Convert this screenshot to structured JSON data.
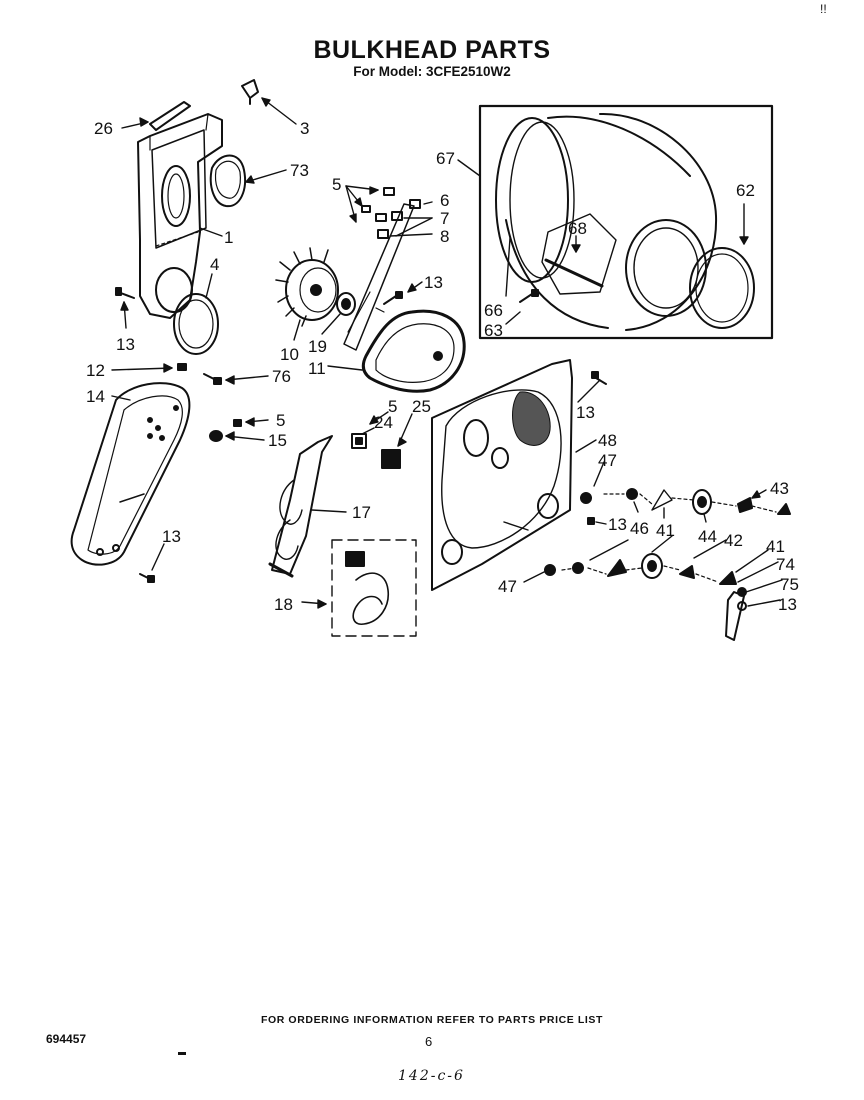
{
  "header": {
    "title": "BULKHEAD PARTS",
    "subtitle": "For Model: 3CFE2510W2"
  },
  "callouts": [
    {
      "id": "c26",
      "label": "26"
    },
    {
      "id": "c3",
      "label": "3"
    },
    {
      "id": "c73",
      "label": "73"
    },
    {
      "id": "c1",
      "label": "1"
    },
    {
      "id": "c4",
      "label": "4"
    },
    {
      "id": "c13a",
      "label": "13"
    },
    {
      "id": "c5a",
      "label": "5"
    },
    {
      "id": "c6",
      "label": "6"
    },
    {
      "id": "c7",
      "label": "7"
    },
    {
      "id": "c8",
      "label": "8"
    },
    {
      "id": "c13b",
      "label": "13"
    },
    {
      "id": "c10",
      "label": "10"
    },
    {
      "id": "c19",
      "label": "19"
    },
    {
      "id": "c11",
      "label": "11"
    },
    {
      "id": "c67",
      "label": "67"
    },
    {
      "id": "c68",
      "label": "68"
    },
    {
      "id": "c62",
      "label": "62"
    },
    {
      "id": "c66",
      "label": "66"
    },
    {
      "id": "c63",
      "label": "63"
    },
    {
      "id": "c12",
      "label": "12"
    },
    {
      "id": "c76",
      "label": "76"
    },
    {
      "id": "c14",
      "label": "14"
    },
    {
      "id": "c5b",
      "label": "5"
    },
    {
      "id": "c15",
      "label": "15"
    },
    {
      "id": "c13c",
      "label": "13"
    },
    {
      "id": "c5c",
      "label": "5"
    },
    {
      "id": "c25",
      "label": "25"
    },
    {
      "id": "c24",
      "label": "24"
    },
    {
      "id": "c17",
      "label": "17"
    },
    {
      "id": "c18",
      "label": "18"
    },
    {
      "id": "c13d",
      "label": "13"
    },
    {
      "id": "c48",
      "label": "48"
    },
    {
      "id": "c47a",
      "label": "47"
    },
    {
      "id": "c13e",
      "label": "13"
    },
    {
      "id": "c46",
      "label": "46"
    },
    {
      "id": "c41a",
      "label": "41"
    },
    {
      "id": "c44",
      "label": "44"
    },
    {
      "id": "c43",
      "label": "43"
    },
    {
      "id": "c42",
      "label": "42"
    },
    {
      "id": "c41b",
      "label": "41"
    },
    {
      "id": "c74",
      "label": "74"
    },
    {
      "id": "c75",
      "label": "75"
    },
    {
      "id": "c13f",
      "label": "13"
    },
    {
      "id": "c47b",
      "label": "47"
    }
  ],
  "footer": {
    "ordering_note": "FOR ORDERING INFORMATION REFER TO PARTS PRICE LIST",
    "doc_number": "694457",
    "page_number": "6",
    "handwritten_note": "142-c-6",
    "corner_mark": "!!"
  }
}
